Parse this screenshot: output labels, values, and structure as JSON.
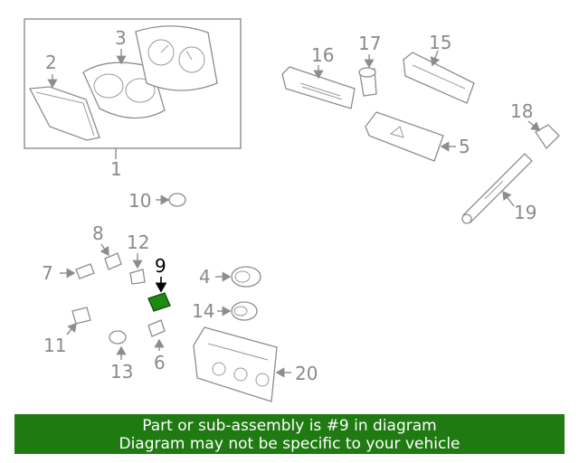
{
  "callouts": {
    "c1": "1",
    "c2": "2",
    "c3": "3",
    "c4": "4",
    "c5": "5",
    "c6": "6",
    "c7": "7",
    "c8": "8",
    "c9": "9",
    "c10": "10",
    "c11": "11",
    "c12": "12",
    "c13": "13",
    "c14": "14",
    "c15": "15",
    "c16": "16",
    "c17": "17",
    "c18": "18",
    "c19": "19",
    "c20": "20"
  },
  "highlight": {
    "part_number": "9",
    "color": "#1f8a12"
  },
  "banner": {
    "line1": "Part or sub-assembly is #9 in diagram",
    "line2": "Diagram may not be specific to your vehicle",
    "background": "#1f7a12"
  }
}
